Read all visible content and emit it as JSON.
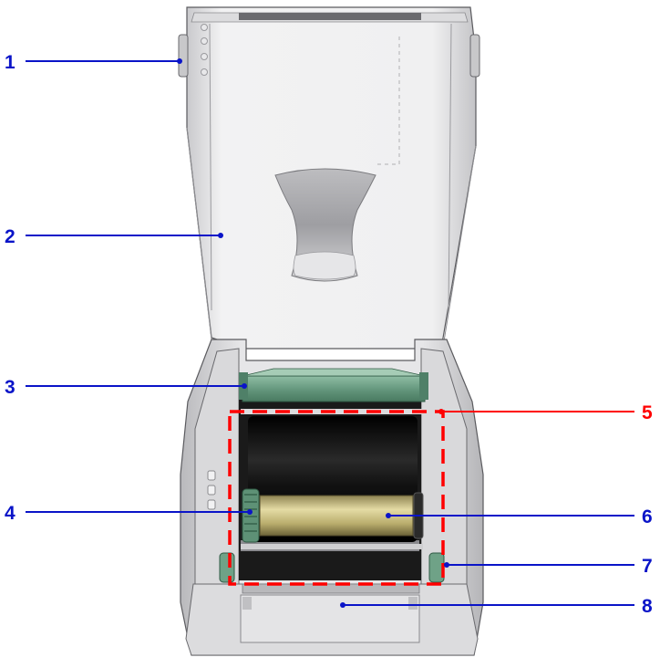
{
  "colors": {
    "callout_blue": "#0a14c8",
    "callout_red": "#ff0000",
    "printer_grey": "#d4d4d6",
    "ribbon_black": "#0c0c0c",
    "ribbon_core": "#c9bd7e",
    "media_guide_green": "#6fa287"
  },
  "callouts": [
    {
      "id": "1",
      "label": "1",
      "color": "#0a14c8"
    },
    {
      "id": "2",
      "label": "2",
      "color": "#0a14c8"
    },
    {
      "id": "3",
      "label": "3",
      "color": "#0a14c8"
    },
    {
      "id": "4",
      "label": "4",
      "color": "#0a14c8"
    },
    {
      "id": "5",
      "label": "5",
      "color": "#ff0000"
    },
    {
      "id": "6",
      "label": "6",
      "color": "#0a14c8"
    },
    {
      "id": "7",
      "label": "7",
      "color": "#0a14c8"
    },
    {
      "id": "8",
      "label": "8",
      "color": "#0a14c8"
    }
  ],
  "icons": [
    "printer-illustration"
  ]
}
